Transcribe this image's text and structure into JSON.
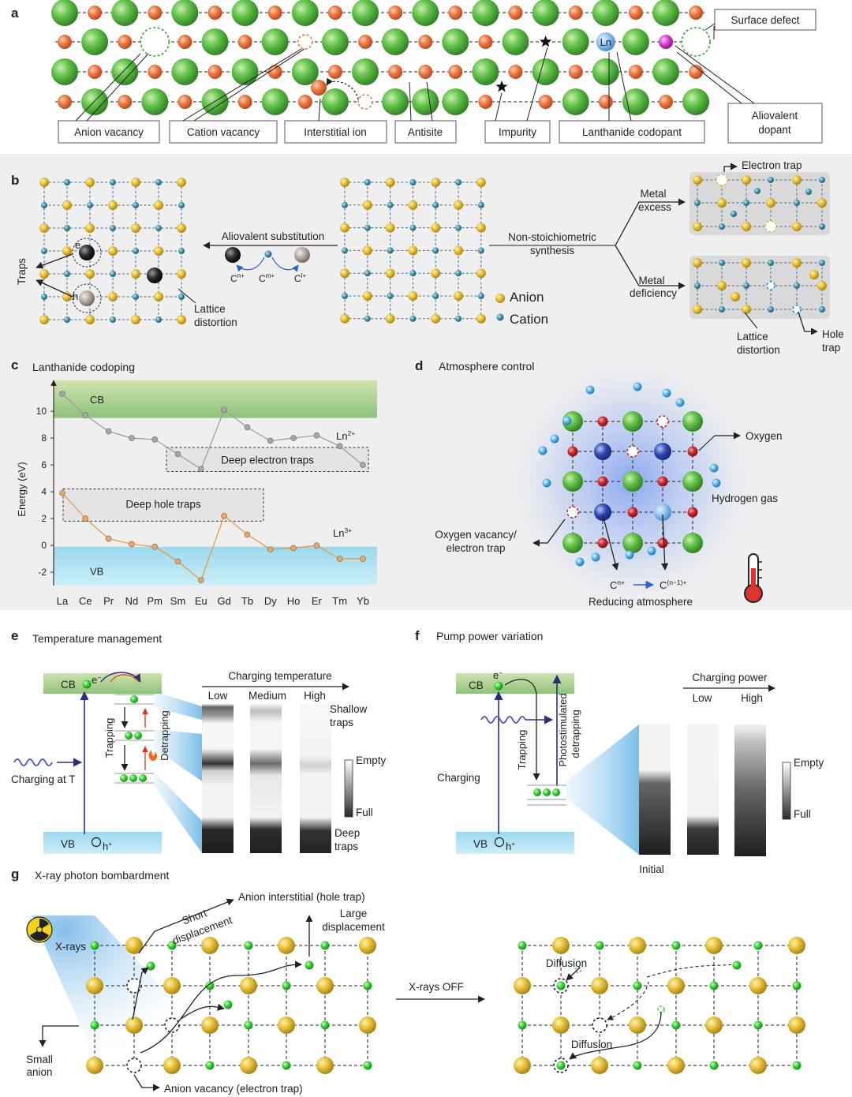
{
  "panel_a": {
    "letter": "a",
    "labels": {
      "anion_vacancy": "Anion vacancy",
      "cation_vacancy": "Cation vacancy",
      "interstitial_ion": "Interstitial ion",
      "antisite": "Antisite",
      "impurity": "Impurity",
      "lanthanide_codopant": "Lanthanide codopant",
      "surface_defect": "Surface defect",
      "aliovalent_dopant_1": "Aliovalent",
      "aliovalent_dopant_2": "dopant",
      "ln_symbol": "Ln"
    }
  },
  "panel_b": {
    "letter": "b",
    "traps": "Traps",
    "electron": "e",
    "hole": "h",
    "lattice_distortion_left_1": "Lattice",
    "lattice_distortion_left_2": "distortion",
    "aliovalent_substitution": "Aliovalent substitution",
    "c_n": "C",
    "c_m": "C",
    "c_l": "C",
    "sup_n": "n+",
    "sup_m": "m+",
    "sup_l": "l+",
    "non_stoich_1": "Non-stoichiometric",
    "non_stoich_2": "synthesis",
    "legend_anion": "Anion",
    "legend_cation": "Cation",
    "metal_excess_1": "Metal",
    "metal_excess_2": "excess",
    "metal_def_1": "Metal",
    "metal_def_2": "deficiency",
    "electron_trap": "Electron trap",
    "lattice_distortion_right_1": "Lattice",
    "lattice_distortion_right_2": "distortion",
    "hole_trap_1": "Hole",
    "hole_trap_2": "trap",
    "colors": {
      "anion": "#e5bc2c",
      "cation": "#3a8fa8"
    }
  },
  "panel_c": {
    "letter": "c",
    "title": "Lanthanide codoping",
    "chart_data": {
      "type": "line",
      "categories": [
        "La",
        "Ce",
        "Pr",
        "Nd",
        "Pm",
        "Sm",
        "Eu",
        "Gd",
        "Tb",
        "Dy",
        "Ho",
        "Er",
        "Tm",
        "Yb"
      ],
      "ylabel": "Energy (eV)",
      "ylim": [
        -3,
        12.3
      ],
      "yticks": [
        -2,
        0,
        2,
        4,
        6,
        8,
        10
      ],
      "series": [
        {
          "name": "Ln2+",
          "color": "#9a9a9a",
          "values": [
            11.3,
            9.7,
            8.5,
            8.0,
            7.9,
            6.8,
            5.7,
            10.1,
            8.8,
            7.8,
            8.0,
            8.2,
            7.4,
            6.0
          ]
        },
        {
          "name": "Ln3+",
          "color": "#e8953a",
          "values": [
            3.9,
            2.0,
            0.5,
            0.1,
            -0.1,
            -1.2,
            -2.6,
            2.2,
            0.8,
            -0.3,
            -0.2,
            0.0,
            -1.0,
            -1.0
          ]
        }
      ],
      "bands": {
        "cb": "CB",
        "vb": "VB"
      },
      "annotations": {
        "deep_electron": "Deep electron traps",
        "deep_hole": "Deep hole traps",
        "ln2": "Ln",
        "ln2_sup": "2+",
        "ln3": "Ln",
        "ln3_sup": "3+"
      }
    }
  },
  "panel_d": {
    "letter": "d",
    "title": "Atmosphere control",
    "oxygen": "Oxygen",
    "hydrogen_gas": "Hydrogen gas",
    "oxy_vac_1": "Oxygen vacancy/",
    "oxy_vac_2": "electron trap",
    "cn": "C",
    "cn_sup": "n+",
    "cn1": "C",
    "cn1_sup": "(n−1)+",
    "reducing": "Reducing atmosphere"
  },
  "panel_e": {
    "letter": "e",
    "title": "Temperature management",
    "cb": "CB",
    "vb": "VB",
    "e_sym": "e",
    "e_sup": "−",
    "h_sym": "h",
    "h_sup": "+",
    "trapping": "Trapping",
    "detrapping": "Detrapping",
    "charging_at_t": "Charging at T",
    "charging_temperature": "Charging temperature",
    "low": "Low",
    "medium": "Medium",
    "high": "High",
    "shallow_1": "Shallow",
    "shallow_2": "traps",
    "deep_1": "Deep",
    "deep_2": "traps",
    "empty": "Empty",
    "full": "Full"
  },
  "panel_f": {
    "letter": "f",
    "title": "Pump power variation",
    "cb": "CB",
    "vb": "VB",
    "e_sym": "e",
    "e_sup": "−",
    "h_sym": "h",
    "h_sup": "+",
    "trapping": "Trapping",
    "photo_1": "Photostimulated",
    "photo_2": "detrapping",
    "charging": "Charging",
    "charging_power": "Charging power",
    "low": "Low",
    "high": "High",
    "initial": "Initial",
    "empty": "Empty",
    "full": "Full"
  },
  "panel_g": {
    "letter": "g",
    "title": "X-ray photon bombardment",
    "xrays": "X-rays",
    "short_1": "Short",
    "short_2": "displacement",
    "anion_interstitial": "Anion interstitial (hole trap)",
    "large_1": "Large",
    "large_2": "displacement",
    "small_1": "Small",
    "small_2": "anion",
    "anion_vacancy": "Anion vacancy (electron trap)",
    "xrays_off": "X-rays OFF",
    "diffusion_top": "Diffusion",
    "diffusion_bottom": "Diffusion"
  }
}
